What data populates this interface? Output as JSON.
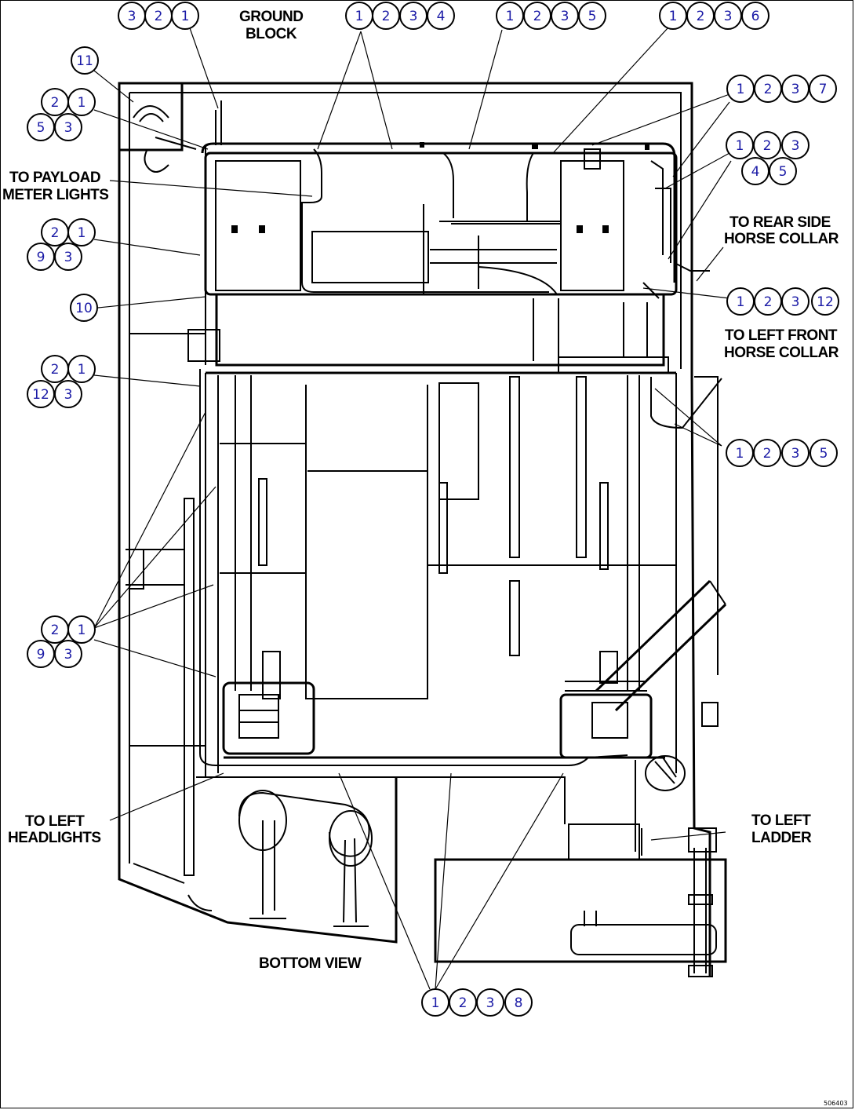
{
  "labels": {
    "ground_block": [
      "GROUND",
      "BLOCK"
    ],
    "payload_meter_lights": [
      "TO PAYLOAD",
      "METER LIGHTS"
    ],
    "rear_side_horse_collar": [
      "TO REAR SIDE",
      "HORSE COLLAR"
    ],
    "left_front_horse_collar": [
      "TO LEFT FRONT",
      "HORSE COLLAR"
    ],
    "left_headlights": [
      "TO LEFT",
      "HEADLIGHTS"
    ],
    "left_ladder": [
      "TO LEFT",
      "LADDER"
    ],
    "bottom_view": "BOTTOM VIEW",
    "drawing_code": "506403"
  },
  "ref_groups": [
    {
      "id": "top-321",
      "numbers": [
        "3",
        "2",
        "1"
      ]
    },
    {
      "id": "top-1234",
      "numbers": [
        "1",
        "2",
        "3",
        "4"
      ]
    },
    {
      "id": "top-1235",
      "numbers": [
        "1",
        "2",
        "3",
        "5"
      ]
    },
    {
      "id": "top-1236",
      "numbers": [
        "1",
        "2",
        "3",
        "6"
      ]
    },
    {
      "id": "right-1237",
      "numbers": [
        "1",
        "2",
        "3",
        "7"
      ]
    },
    {
      "id": "right-12345",
      "numbers": [
        "1",
        "2",
        "3",
        "4",
        "5"
      ]
    },
    {
      "id": "right-12312",
      "numbers": [
        "1",
        "2",
        "3",
        "12"
      ]
    },
    {
      "id": "right-1235-lower",
      "numbers": [
        "1",
        "2",
        "3",
        "5"
      ]
    },
    {
      "id": "bottom-1238",
      "numbers": [
        "1",
        "2",
        "3",
        "8"
      ]
    },
    {
      "id": "left-11",
      "numbers": [
        "11"
      ]
    },
    {
      "id": "left-2153",
      "numbers": [
        "2",
        "1",
        "5",
        "3"
      ]
    },
    {
      "id": "left-2193-upper",
      "numbers": [
        "2",
        "1",
        "9",
        "3"
      ]
    },
    {
      "id": "left-10",
      "numbers": [
        "10"
      ]
    },
    {
      "id": "left-21123",
      "numbers": [
        "2",
        "1",
        "12",
        "3"
      ]
    },
    {
      "id": "left-2193-lower",
      "numbers": [
        "2",
        "1",
        "9",
        "3"
      ]
    }
  ]
}
